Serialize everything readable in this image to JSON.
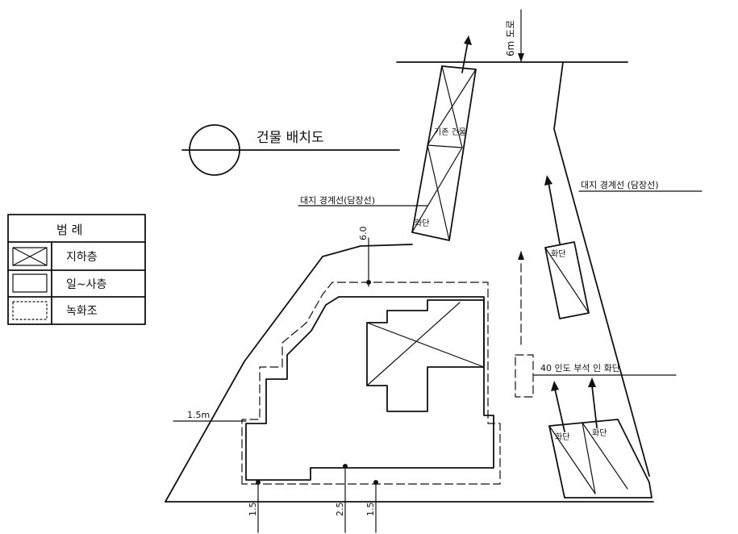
{
  "title": "건물 배치도",
  "legend": {
    "heading": "범 례",
    "items": [
      {
        "label": "지하층"
      },
      {
        "label": "일~사층"
      },
      {
        "label": "녹화조"
      }
    ]
  },
  "annotations": {
    "boundary_left": "대지 경계선(담장선)",
    "boundary_right": "대지 경계선 (담장선)",
    "existing_building": "기존 건물",
    "sidewalk": "40 인도 부석 인 화단",
    "small_box": "화단",
    "parking_box_right": "화단",
    "lot_a": "화단",
    "lot_b": "화단",
    "dim_top": "6m 도로",
    "dim_left": "1.5m",
    "dim_side": "6.0",
    "dim_bottom_1": "1.5",
    "dim_bottom_2": "2.5",
    "dim_bottom_3": "1.5"
  }
}
